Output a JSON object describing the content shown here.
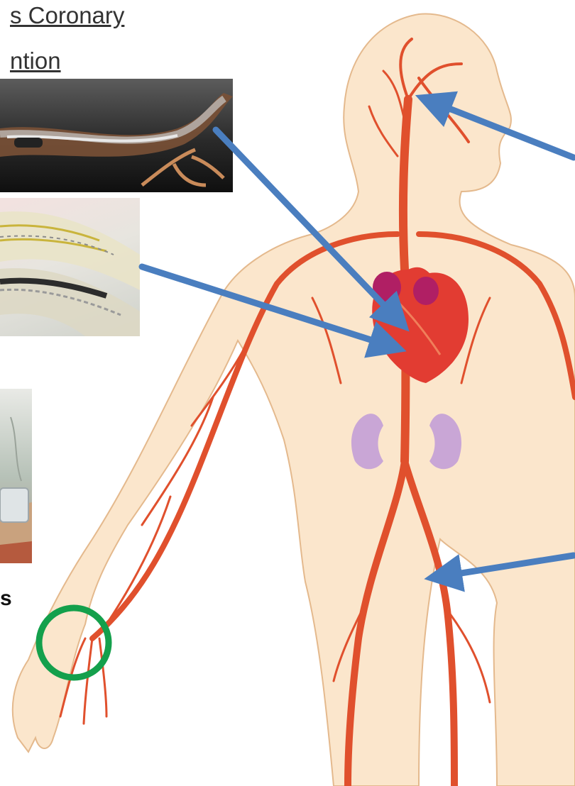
{
  "title": {
    "line1": "s Coronary",
    "line2": "ntion"
  },
  "caption": "s",
  "colors": {
    "skin": "#fbe6cc",
    "skin_outline": "#e4b98d",
    "artery": "#e0502d",
    "heart": "#e23c32",
    "kidney": "#c9a6d6",
    "pointer_arrow": "#4a7ebf",
    "access_circle": "#14a04c"
  },
  "images": [
    {
      "name": "catheter-in-artery-photo"
    },
    {
      "name": "stent-in-artery-photo"
    },
    {
      "name": "wrist-band-photo"
    }
  ]
}
